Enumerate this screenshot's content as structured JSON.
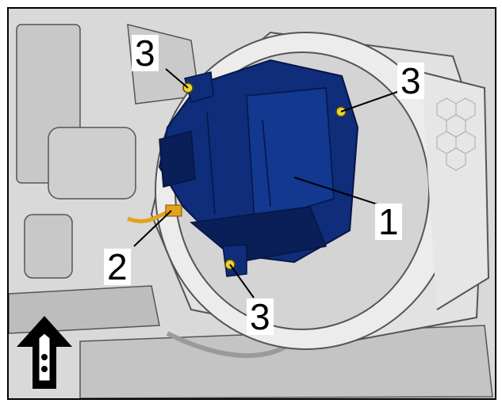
{
  "callouts": {
    "c1": "1",
    "c2": "2",
    "c3a": "3",
    "c3b": "3",
    "c3c": "3"
  },
  "colors": {
    "module": "#0f2d7a",
    "module_dark": "#0a1f57",
    "screw": "#e8d43a",
    "harness": "#e3a31a",
    "background": "#dcdcdc"
  },
  "icons": {
    "orientation": "forward-arrow-icon"
  }
}
